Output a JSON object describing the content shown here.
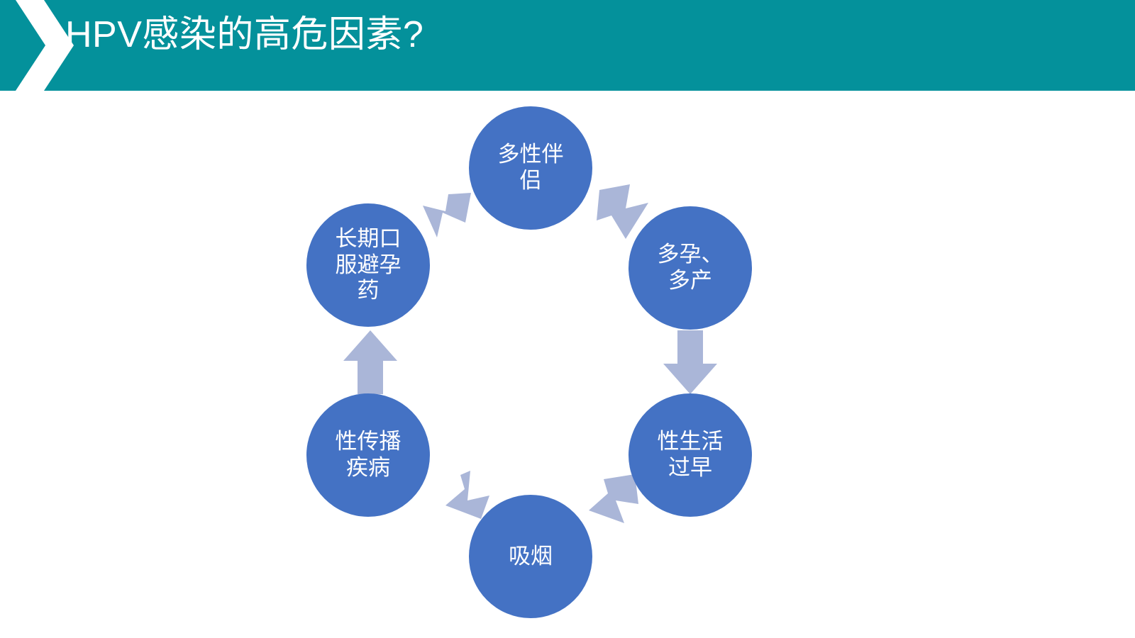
{
  "slide": {
    "title": "HPV感染的高危因素?",
    "header_color": "#04919b",
    "header_accent_color": "#ffffff",
    "background_color": "#ffffff"
  },
  "diagram": {
    "type": "cycle",
    "direction": "clockwise",
    "node_color": "#4472c4",
    "node_text_color": "#ffffff",
    "arrow_color": "#aab6d8",
    "nodes": [
      {
        "id": "multiple-partners",
        "label": "多性伴\n侣",
        "position": "top"
      },
      {
        "id": "multiple-pregnancy",
        "label": "多孕、\n多产",
        "position": "upper-right"
      },
      {
        "id": "early-sex",
        "label": "性生活\n过早",
        "position": "lower-right"
      },
      {
        "id": "smoking",
        "label": "吸烟",
        "position": "bottom"
      },
      {
        "id": "std",
        "label": "性传播\n疾病",
        "position": "lower-left"
      },
      {
        "id": "oral-contraceptive",
        "label": "长期口\n服避孕\n药",
        "position": "upper-left"
      }
    ],
    "arrows": [
      {
        "id": "arrow-top-right",
        "from": "multiple-partners",
        "to": "multiple-pregnancy"
      },
      {
        "id": "arrow-right",
        "from": "multiple-pregnancy",
        "to": "early-sex"
      },
      {
        "id": "arrow-bottom-right",
        "from": "early-sex",
        "to": "smoking"
      },
      {
        "id": "arrow-bottom-left",
        "from": "smoking",
        "to": "std"
      },
      {
        "id": "arrow-left",
        "from": "std",
        "to": "oral-contraceptive"
      },
      {
        "id": "arrow-top-left",
        "from": "oral-contraceptive",
        "to": "multiple-partners"
      }
    ]
  }
}
